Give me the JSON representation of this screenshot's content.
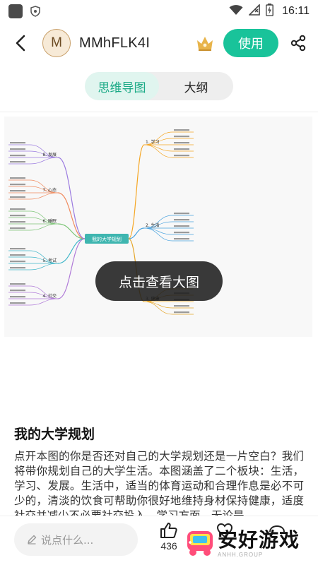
{
  "status_bar": {
    "time": "16:11"
  },
  "header": {
    "avatar_letter": "M",
    "username": "MMhFLK4I",
    "use_label": "使用"
  },
  "tabs": [
    {
      "label": "思维导图",
      "active": true
    },
    {
      "label": "大纲",
      "active": false
    }
  ],
  "mindmap": {
    "center": "我的大学规划",
    "branches": [
      {
        "label": "1. 学习",
        "side": "right",
        "color": "#f5a623"
      },
      {
        "label": "2. 生活",
        "side": "right",
        "color": "#4aa3df"
      },
      {
        "label": "3. 健康",
        "side": "right",
        "color": "#e5a62a"
      },
      {
        "label": "4. 社交",
        "side": "left",
        "color": "#b07ad8"
      },
      {
        "label": "5. 考试",
        "side": "left",
        "color": "#3fb6c9"
      },
      {
        "label": "6. 睡眠",
        "side": "left",
        "color": "#7cc576"
      },
      {
        "label": "7. 心态",
        "side": "left",
        "color": "#f08a5d"
      },
      {
        "label": "8. 发展",
        "side": "left",
        "color": "#9b7be0"
      }
    ],
    "view_large_label": "点击查看大图"
  },
  "doc": {
    "title": "我的大学规划",
    "description": "点开本图的你是否还对自己的大学规划还是一片空白？我们将带你规划自己的大学生活。本图涵盖了二个板块：生活，学习、发展。生活中，适当的体育运动和合理作息是必不可少的，清淡的饮食可帮助你很好地维持身材保持健康，适度社交并减少不必要社交投入。学习方面，无论是"
  },
  "bottom": {
    "comment_placeholder": "说点什么...",
    "like_count": "436"
  },
  "watermark": {
    "text": "安好游戏",
    "sub": "ANHH.GROUP"
  },
  "colors": {
    "accent": "#19c39a",
    "accent_light": "#e0f5ef"
  }
}
